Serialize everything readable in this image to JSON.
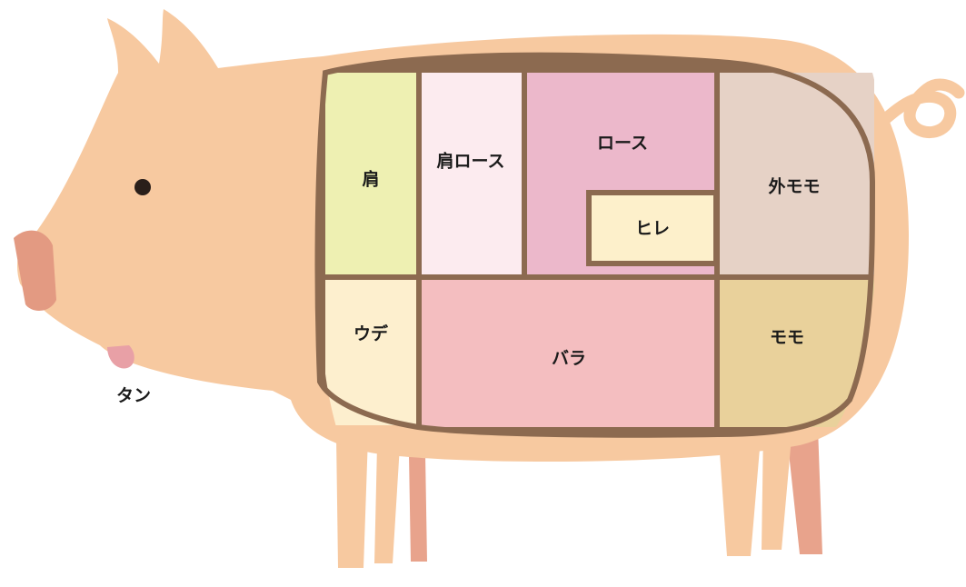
{
  "colors": {
    "body": "#f7c9a0",
    "outline": "#8c6a50",
    "snout": "#e39a82",
    "tongue": "#e8a0a6",
    "eye": "#2a1f1a",
    "legs_back": "#e8a38c",
    "cut_kata": "#eef0b2",
    "cut_kata_rosu": "#fcebef",
    "cut_rosu": "#ecb8cb",
    "cut_hire": "#fdf0cb",
    "cut_sotomomo": "#e6d2c6",
    "cut_ude": "#fdefce",
    "cut_bara": "#f4bec0",
    "cut_momo": "#e9d19b"
  },
  "cuts": {
    "kata": "肩",
    "kata_rosu": "肩ロース",
    "rosu": "ロース",
    "hire": "ヒレ",
    "sotomomo": "外モモ",
    "ude": "ウデ",
    "bara": "バラ",
    "momo": "モモ"
  },
  "tongue_label": "タン"
}
